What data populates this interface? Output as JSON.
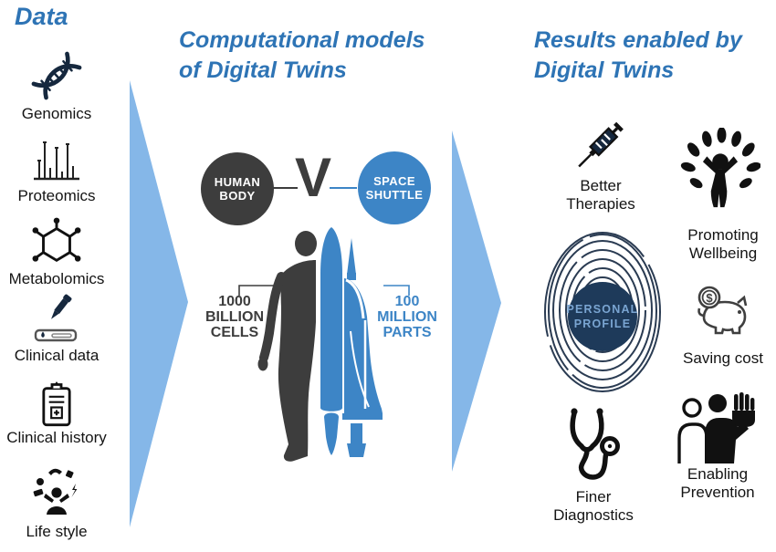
{
  "colors": {
    "title_blue": "#2e74b5",
    "arrow_blue": "#85b7e8",
    "dark_gray": "#3d3d3d",
    "shuttle_blue": "#3d85c6",
    "navy_circle": "#1e3a5a",
    "profile_text_blue": "#7aa5d2",
    "fingerprint_line": "#2a3b52",
    "icon_black": "#111111",
    "icon_navy": "#16283e"
  },
  "left_column": {
    "title": "Data",
    "items": [
      {
        "label": "Genomics",
        "icon": "dna-icon"
      },
      {
        "label": "Proteomics",
        "icon": "spectrum-chart-icon"
      },
      {
        "label": "Metabolomics",
        "icon": "molecule-icon"
      },
      {
        "label": "Clinical data",
        "icon": "dropper-test-icon"
      },
      {
        "label": "Clinical history",
        "icon": "clipboard-icon"
      },
      {
        "label": "Life style",
        "icon": "active-person-icon"
      }
    ]
  },
  "center": {
    "title_line1": "Computational models",
    "title_line2": "of Digital Twins",
    "human_circle_line1": "HUMAN",
    "human_circle_line2": "BODY",
    "versus": "V",
    "shuttle_circle_line1": "SPACE",
    "shuttle_circle_line2": "SHUTTLE",
    "human_stat_line1": "1000",
    "human_stat_line2": "BILLION",
    "human_stat_line3": "CELLS",
    "shuttle_stat_line1": "100",
    "shuttle_stat_line2": "MILLION",
    "shuttle_stat_line3": "PARTS"
  },
  "right_column": {
    "title_line1": "Results enabled by",
    "title_line2": "Digital Twins",
    "better_therapies_line1": "Better",
    "better_therapies_line2": "Therapies",
    "promoting_wellbeing_line1": "Promoting",
    "promoting_wellbeing_line2": "Wellbeing",
    "personal_profile_line1": "PERSONAL",
    "personal_profile_line2": "PROFILE",
    "saving_cost_label": "Saving cost",
    "finer_diagnostics_line1": "Finer",
    "finer_diagnostics_line2": "Diagnostics",
    "enabling_prevention_line1": "Enabling",
    "enabling_prevention_line2": "Prevention"
  }
}
